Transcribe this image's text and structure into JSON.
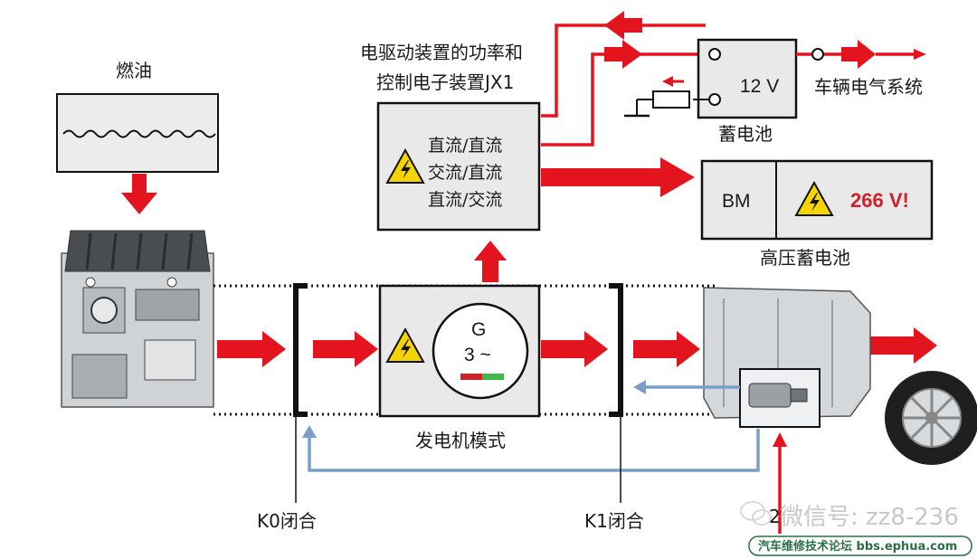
{
  "labels": {
    "fuel": "燃油",
    "jx1_line1": "电驱动装置的功率和",
    "jx1_line2": "控制电子装置JX1",
    "conv_1": "直流/直流",
    "conv_2": "交流/直流",
    "conv_3": "直流/交流",
    "battery_12v_value": "12 V",
    "battery_12v_label": "蓄电池",
    "vehicle_electrical": "车辆电气系统",
    "bm": "BM",
    "hv_voltage": "266 V!",
    "hv_battery_label": "高压蓄电池",
    "gen_g": "G",
    "gen_phase": "3 ~",
    "generator_mode": "发电机模式",
    "k0": "K0闭合",
    "k1": "K1闭合",
    "marker_2": "2",
    "watermark": "微信号: zz8-236",
    "footer": "汽车维修技术论坛 bbs.ephua.com"
  },
  "colors": {
    "arrow_red": "#e3141e",
    "feedback_blue": "#7b9fc9",
    "box_fill": "#e9e9e9",
    "warning_yellow": "#f5d400",
    "voltage_red": "#d0202a"
  },
  "icons": [
    "warning-high-voltage-icon",
    "ground-symbol-icon",
    "terminal-icon",
    "wheel-icon",
    "engine-icon",
    "transmission-icon",
    "fuel-wave-icon"
  ]
}
